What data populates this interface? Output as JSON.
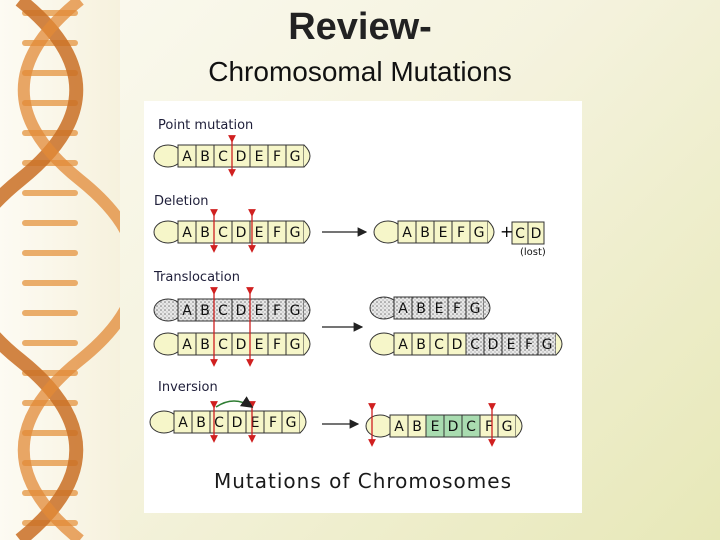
{
  "slide": {
    "title": "Review-",
    "subtitle": "Chromosomal Mutations"
  },
  "figure": {
    "sections": {
      "point": "Point mutation",
      "deletion": "Deletion",
      "translocation": "Translocation",
      "inversion": "Inversion"
    },
    "lost_label": "(lost)",
    "plus_sign": "+",
    "caption": "Mutations of Chromosomes",
    "chromosomes": [
      {
        "id": "point",
        "genes": [
          "A",
          "B",
          "C",
          "D",
          "E",
          "F",
          "G"
        ],
        "colors": [
          "w",
          "w",
          "w",
          "w",
          "w",
          "w",
          "w"
        ]
      },
      {
        "id": "del-before",
        "genes": [
          "A",
          "B",
          "C",
          "D",
          "E",
          "F",
          "G"
        ],
        "colors": [
          "w",
          "w",
          "w",
          "w",
          "w",
          "w",
          "w"
        ]
      },
      {
        "id": "del-after",
        "genes": [
          "A",
          "B",
          "E",
          "F",
          "G"
        ],
        "colors": [
          "w",
          "w",
          "w",
          "w",
          "w"
        ]
      },
      {
        "id": "del-lost",
        "genes": [
          "C",
          "D"
        ],
        "colors": [
          "w",
          "w"
        ]
      },
      {
        "id": "trans-a-before",
        "genes": [
          "A",
          "B",
          "C",
          "D",
          "E",
          "F",
          "G"
        ],
        "colors": [
          "d",
          "d",
          "d",
          "d",
          "d",
          "d",
          "d"
        ]
      },
      {
        "id": "trans-b-before",
        "genes": [
          "A",
          "B",
          "C",
          "D",
          "E",
          "F",
          "G"
        ],
        "colors": [
          "w",
          "w",
          "w",
          "w",
          "w",
          "w",
          "w"
        ]
      },
      {
        "id": "trans-a-after",
        "genes": [
          "A",
          "B",
          "E",
          "F",
          "G"
        ],
        "colors": [
          "d",
          "d",
          "d",
          "d",
          "d"
        ]
      },
      {
        "id": "trans-b-after",
        "genes": [
          "A",
          "B",
          "C",
          "D",
          "C",
          "D",
          "E",
          "F",
          "G"
        ],
        "colors": [
          "w",
          "w",
          "w",
          "w",
          "d",
          "d",
          "d",
          "d",
          "d"
        ]
      },
      {
        "id": "inv-before",
        "genes": [
          "A",
          "B",
          "C",
          "D",
          "E",
          "F",
          "G"
        ],
        "colors": [
          "w",
          "w",
          "w",
          "w",
          "w",
          "w",
          "w"
        ]
      },
      {
        "id": "inv-after",
        "genes": [
          "A",
          "B",
          "E",
          "D",
          "C",
          "F",
          "G"
        ],
        "colors": [
          "w",
          "w",
          "g",
          "g",
          "g",
          "w",
          "w"
        ]
      }
    ]
  }
}
